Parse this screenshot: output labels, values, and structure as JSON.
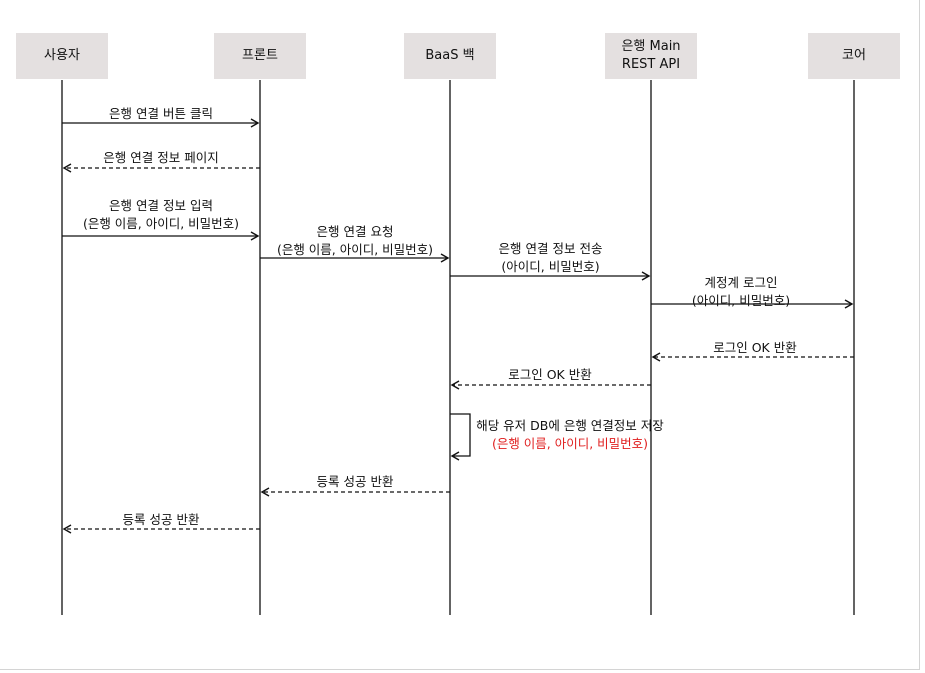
{
  "participants": [
    {
      "id": "user",
      "label": "사용자"
    },
    {
      "id": "front",
      "label": "프론트"
    },
    {
      "id": "baas",
      "label": "BaaS 백"
    },
    {
      "id": "bank",
      "label": "은행 Main\nREST API"
    },
    {
      "id": "core",
      "label": "코어"
    }
  ],
  "messages": [
    {
      "id": "m1",
      "lines": [
        "은행 연결 버튼 클릭"
      ]
    },
    {
      "id": "m2",
      "lines": [
        "은행 연결 정보 페이지"
      ]
    },
    {
      "id": "m3",
      "lines": [
        "은행 연결 정보 입력",
        "(은행 이름, 아이디, 비밀번호)"
      ]
    },
    {
      "id": "m4",
      "lines": [
        "은행 연결 요청",
        "(은행 이름, 아이디, 비밀번호)"
      ]
    },
    {
      "id": "m5",
      "lines": [
        "은행 연결 정보 전송",
        "(아이디, 비밀번호)"
      ]
    },
    {
      "id": "m6",
      "lines": [
        "계정계 로그인",
        "(아이디, 비밀번호)"
      ]
    },
    {
      "id": "m7",
      "lines": [
        "로그인 OK 반환"
      ]
    },
    {
      "id": "m8",
      "lines": [
        "로그인 OK 반환"
      ]
    },
    {
      "id": "m9",
      "lines": [
        "해당 유저 DB에 은행 연결정보 저장",
        "(은행 이름, 아이디, 비밀번호)"
      ]
    },
    {
      "id": "m10",
      "lines": [
        "등록 성공 반환"
      ]
    },
    {
      "id": "m11",
      "lines": [
        "등록 성공 반환"
      ]
    }
  ],
  "colors": {
    "box": "#e4e0e0",
    "line": "#111111",
    "highlight": "#e02020"
  }
}
